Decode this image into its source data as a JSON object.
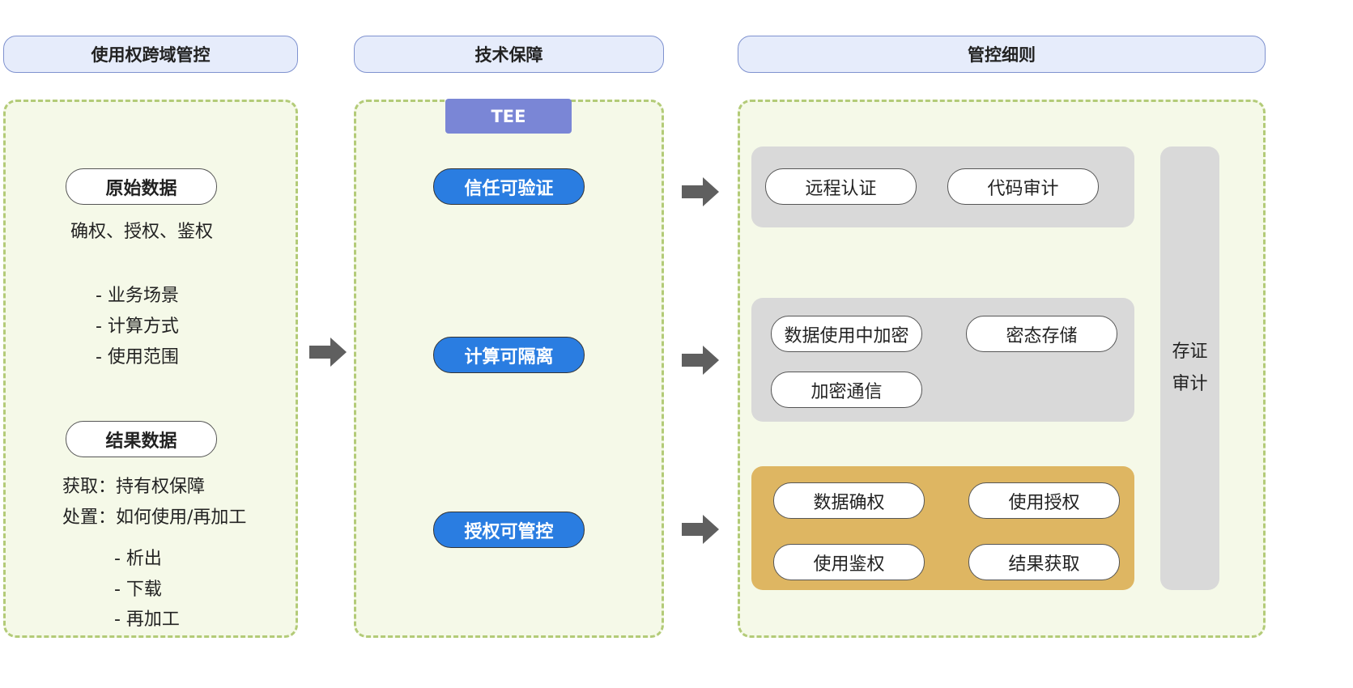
{
  "headers": {
    "col1": "使用权跨域管控",
    "col2": "技术保障",
    "col3": "管控细则"
  },
  "left": {
    "raw_data_label": "原始数据",
    "raw_desc": "确权、授权、鉴权",
    "raw_items": [
      "- 业务场景",
      "- 计算方式",
      "- 使用范围"
    ],
    "result_data_label": "结果数据",
    "result_lines": [
      "获取：持有权保障",
      "处置：如何使用/再加工"
    ],
    "result_items": [
      "- 析出",
      "- 下载",
      "- 再加工"
    ]
  },
  "middle": {
    "tee_label": "TEE",
    "items": [
      "信任可验证",
      "计算可隔离",
      "授权可管控"
    ]
  },
  "right": {
    "group1": [
      "远程认证",
      "代码审计"
    ],
    "group2": [
      "数据使用中加密",
      "密态存储",
      "加密通信"
    ],
    "group3": [
      "数据确权",
      "使用授权",
      "使用鉴权",
      "结果获取"
    ],
    "side": [
      "存证",
      "审计"
    ]
  },
  "colors": {
    "header_bg": "#e6ecfb",
    "panel_bg": "#f5f9e8",
    "panel_border": "#b3cb78",
    "blue_pill": "#2a7de1",
    "tee": "#7a86d6",
    "gray_group": "#d9d9d9",
    "gold_group": "#deb662",
    "arrow": "#5f5f5f"
  }
}
